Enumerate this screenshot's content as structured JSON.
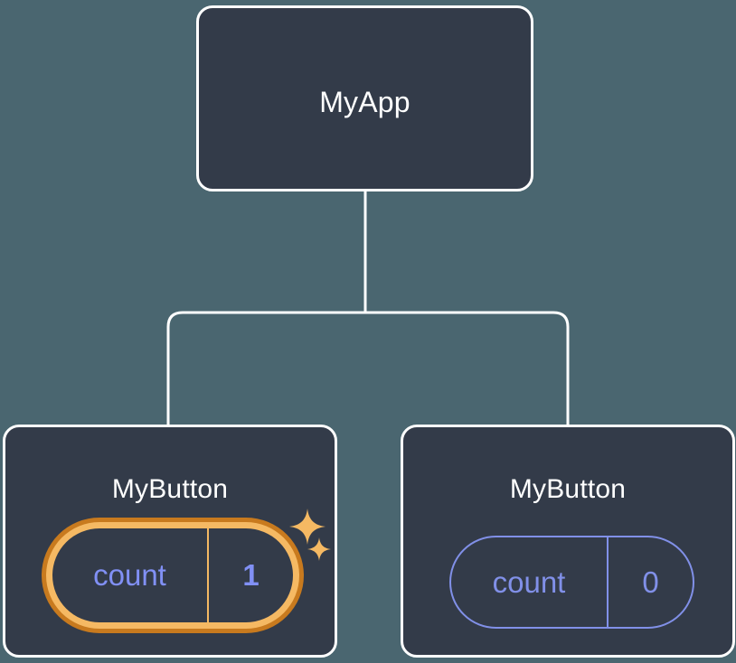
{
  "canvas": {
    "background_color": "#4a6670",
    "card_fill_color": "#333b49",
    "card_border_color": "#ffffff",
    "connector_color": "#ffffff",
    "accent_periwinkle": "#8190e8",
    "accent_orange_outer": "#c87a1e",
    "accent_orange_inner": "#f5b963"
  },
  "tree": {
    "root": {
      "title": "MyApp"
    },
    "children": [
      {
        "title": "MyButton",
        "state": {
          "key": "count",
          "value": "1"
        },
        "highlighted": true,
        "sparkles": [
          {
            "icon": "sparkle-icon",
            "size": "large"
          },
          {
            "icon": "sparkle-icon",
            "size": "small"
          }
        ]
      },
      {
        "title": "MyButton",
        "state": {
          "key": "count",
          "value": "0"
        },
        "highlighted": false
      }
    ]
  }
}
